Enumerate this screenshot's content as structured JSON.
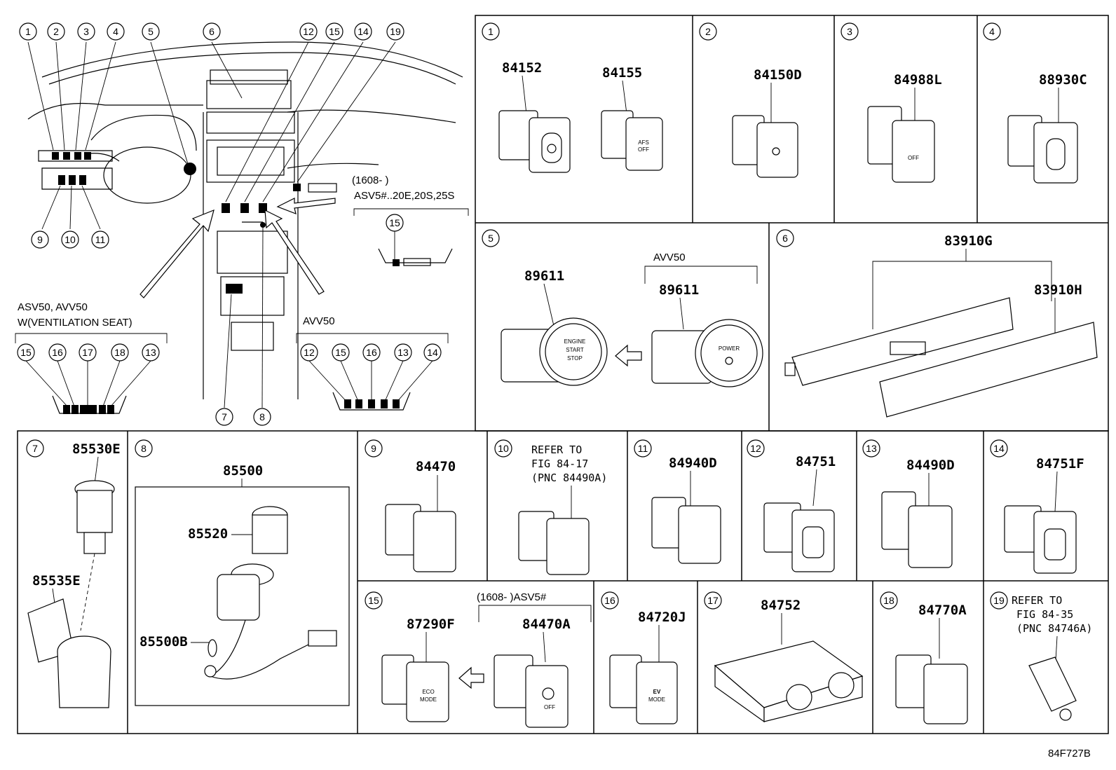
{
  "diagram_code": "84F727B",
  "overview": {
    "callouts_top": [
      "1",
      "2",
      "3",
      "4",
      "5",
      "6",
      "12",
      "15",
      "14",
      "19"
    ],
    "callouts_left_bottom": [
      "9",
      "10",
      "11"
    ],
    "callouts_center_bottom": [
      "7",
      "8"
    ],
    "variant_a_title": "(1608-      )",
    "variant_a_models": "ASV5#..20E,20S,25S",
    "variant_a_nums": [
      "15"
    ],
    "variant_b_title": "ASV50, AVV50",
    "variant_b_sub": "W(VENTILATION SEAT)",
    "variant_b_nums": [
      "15",
      "16",
      "17",
      "18",
      "13"
    ],
    "variant_c_title": "AVV50",
    "variant_c_nums": [
      "12",
      "15",
      "16",
      "13",
      "14"
    ]
  },
  "panels": [
    {
      "num": "1",
      "parts": [
        "84152",
        "84155"
      ],
      "labels": [
        "AFS",
        "OFF"
      ]
    },
    {
      "num": "2",
      "parts": [
        "84150D"
      ]
    },
    {
      "num": "3",
      "parts": [
        "84988L"
      ],
      "labels": [
        "OFF"
      ]
    },
    {
      "num": "4",
      "parts": [
        "88930C"
      ]
    },
    {
      "num": "5",
      "parts": [
        "89611",
        "89611"
      ],
      "variant": "AVV50",
      "labels": [
        "ENGINE",
        "START",
        "STOP",
        "POWER"
      ]
    },
    {
      "num": "6",
      "parts": [
        "83910G",
        "83910H"
      ]
    },
    {
      "num": "7",
      "parts": [
        "85530E",
        "85535E"
      ]
    },
    {
      "num": "8",
      "parts": [
        "85500",
        "85520",
        "85500B"
      ]
    },
    {
      "num": "9",
      "parts": [
        "84470"
      ]
    },
    {
      "num": "10",
      "refer": [
        "REFER TO",
        "FIG 84-17",
        "(PNC 84490A)"
      ]
    },
    {
      "num": "11",
      "parts": [
        "84940D"
      ]
    },
    {
      "num": "12",
      "parts": [
        "84751"
      ]
    },
    {
      "num": "13",
      "parts": [
        "84490D"
      ]
    },
    {
      "num": "14",
      "parts": [
        "84751F"
      ]
    },
    {
      "num": "15",
      "parts": [
        "87290F",
        "84470A"
      ],
      "variant": "(1608-      )ASV5#",
      "labels": [
        "ECO",
        "MODE",
        "OFF"
      ]
    },
    {
      "num": "16",
      "parts": [
        "84720J"
      ],
      "labels": [
        "EV",
        "MODE"
      ]
    },
    {
      "num": "17",
      "parts": [
        "84752"
      ]
    },
    {
      "num": "18",
      "parts": [
        "84770A"
      ]
    },
    {
      "num": "19",
      "refer": [
        "REFER TO",
        "FIG 84-35",
        "(PNC 84746A)"
      ]
    }
  ]
}
